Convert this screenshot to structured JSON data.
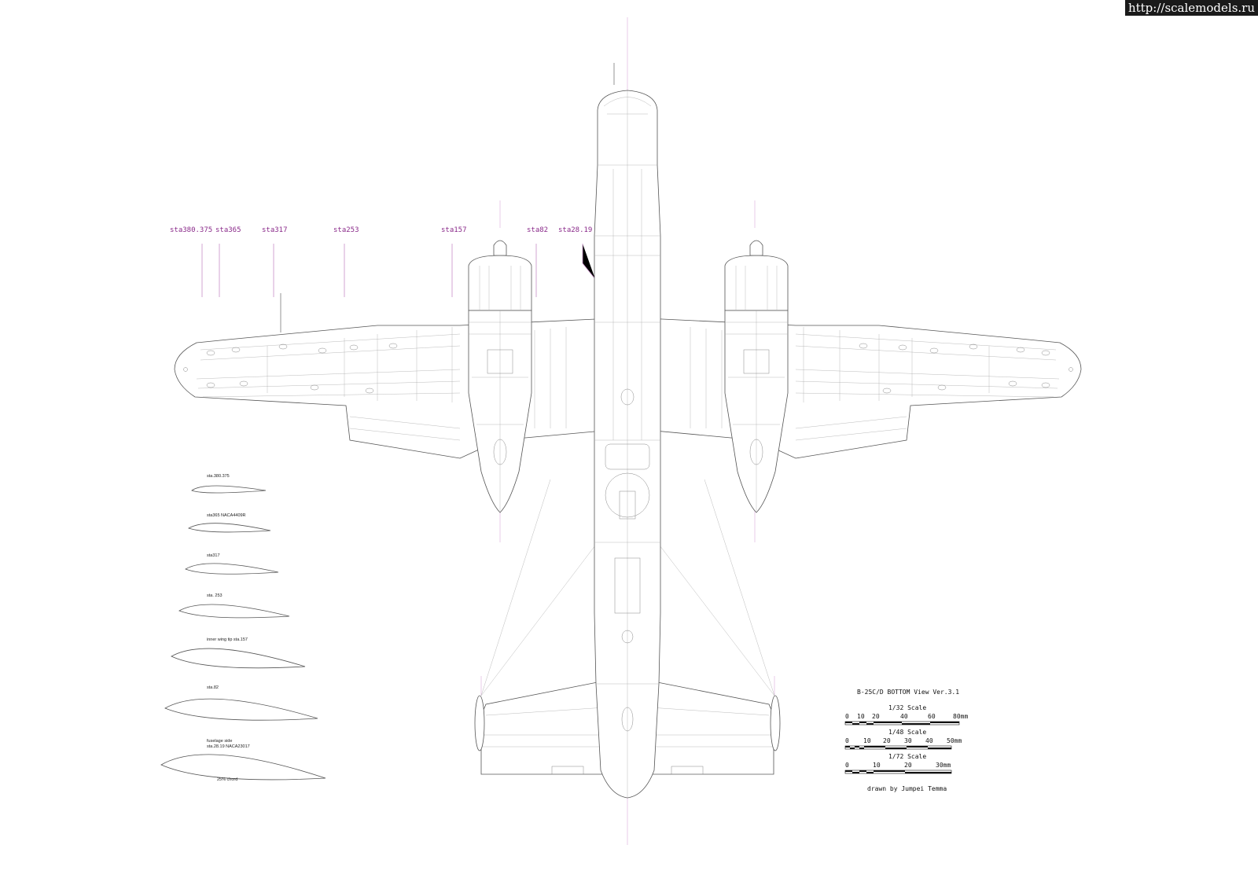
{
  "watermark": "http://scalemodels.ru",
  "stations": [
    {
      "label": "sta380.375"
    },
    {
      "label": "sta365"
    },
    {
      "label": "sta317"
    },
    {
      "label": "sta253"
    },
    {
      "label": "sta157"
    },
    {
      "label": "sta82"
    },
    {
      "label": "sta28.19"
    }
  ],
  "profiles": [
    {
      "label": "sta.380.375"
    },
    {
      "label": "sta365 NACA4409R"
    },
    {
      "label": "sta317"
    },
    {
      "label": "sta. 253"
    },
    {
      "label": "inner wing tip sta.157"
    },
    {
      "label": "sta.82"
    },
    {
      "label_line1": "fuselage side",
      "label_line2": "sta.28.19 NACA23017",
      "chord_note": "25% chord"
    }
  ],
  "title": "B-25C/D BOTTOM View Ver.3.1",
  "scales": [
    {
      "name": "1/32 Scale",
      "ticks": [
        "0",
        "10",
        "20",
        "40",
        "60",
        "80mm"
      ]
    },
    {
      "name": "1/48 Scale",
      "ticks": [
        "0",
        "10",
        "20",
        "30",
        "40",
        "50mm"
      ]
    },
    {
      "name": "1/72 Scale",
      "ticks": [
        "0",
        "10",
        "20",
        "30mm"
      ]
    }
  ],
  "credit": "drawn by  Jumpei Temma",
  "colors": {
    "station_label": "#8a2a8a",
    "guide_line": "#d9a9d9",
    "line_work": "#666666"
  }
}
